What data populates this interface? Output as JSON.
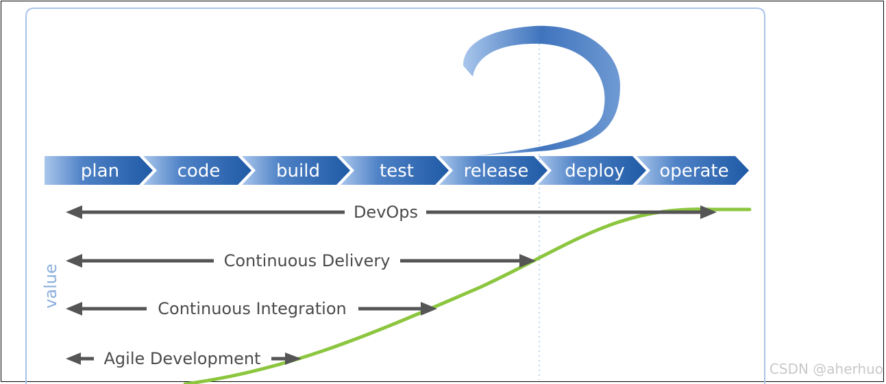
{
  "pipeline": {
    "stages": [
      "plan",
      "code",
      "build",
      "test",
      "release",
      "deploy",
      "operate"
    ]
  },
  "ranges": {
    "devops": "DevOps",
    "continuous_delivery": "Continuous Delivery",
    "continuous_integration": "Continuous Integration",
    "agile_development": "Agile Development"
  },
  "axis": {
    "value_label": "value"
  },
  "watermark": "CSDN @aherhuo",
  "colors": {
    "stage_dark": "#1f5aa6",
    "stage_light": "#7ea6dc",
    "curve": "#8cc63f",
    "arrow": "#555555",
    "frame": "#a9c3e8",
    "dotted_line": "#b9d3f0"
  }
}
